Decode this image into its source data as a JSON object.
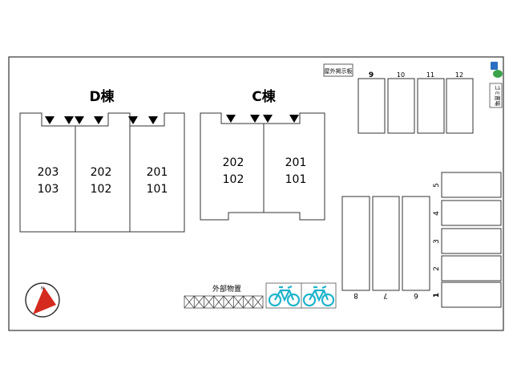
{
  "buildings": {
    "d": {
      "title": "D棟",
      "units": [
        {
          "upper": "203",
          "lower": "103"
        },
        {
          "upper": "202",
          "lower": "102"
        },
        {
          "upper": "201",
          "lower": "101"
        }
      ]
    },
    "c": {
      "title": "C棟",
      "units": [
        {
          "upper": "202",
          "lower": "102"
        },
        {
          "upper": "201",
          "lower": "101"
        }
      ]
    }
  },
  "signboard": "屋外掲示板",
  "trash": "ゴミ置場",
  "outdoor_storage": "外部物置",
  "parking": {
    "top_row": [
      "9",
      "10",
      "11",
      "12"
    ],
    "mid_row": [
      "8",
      "7",
      "6"
    ],
    "right_col": [
      "5",
      "4",
      "3",
      "2",
      "1"
    ]
  },
  "colors": {
    "compass_red": "#d42a1f",
    "bicycle_cyan": "#1fb3cc",
    "icon_blue": "#2a6fc0",
    "icon_green": "#3aa34a"
  },
  "icons": [
    "compass-icon",
    "bicycle-icon",
    "recycle-bin-icon"
  ]
}
